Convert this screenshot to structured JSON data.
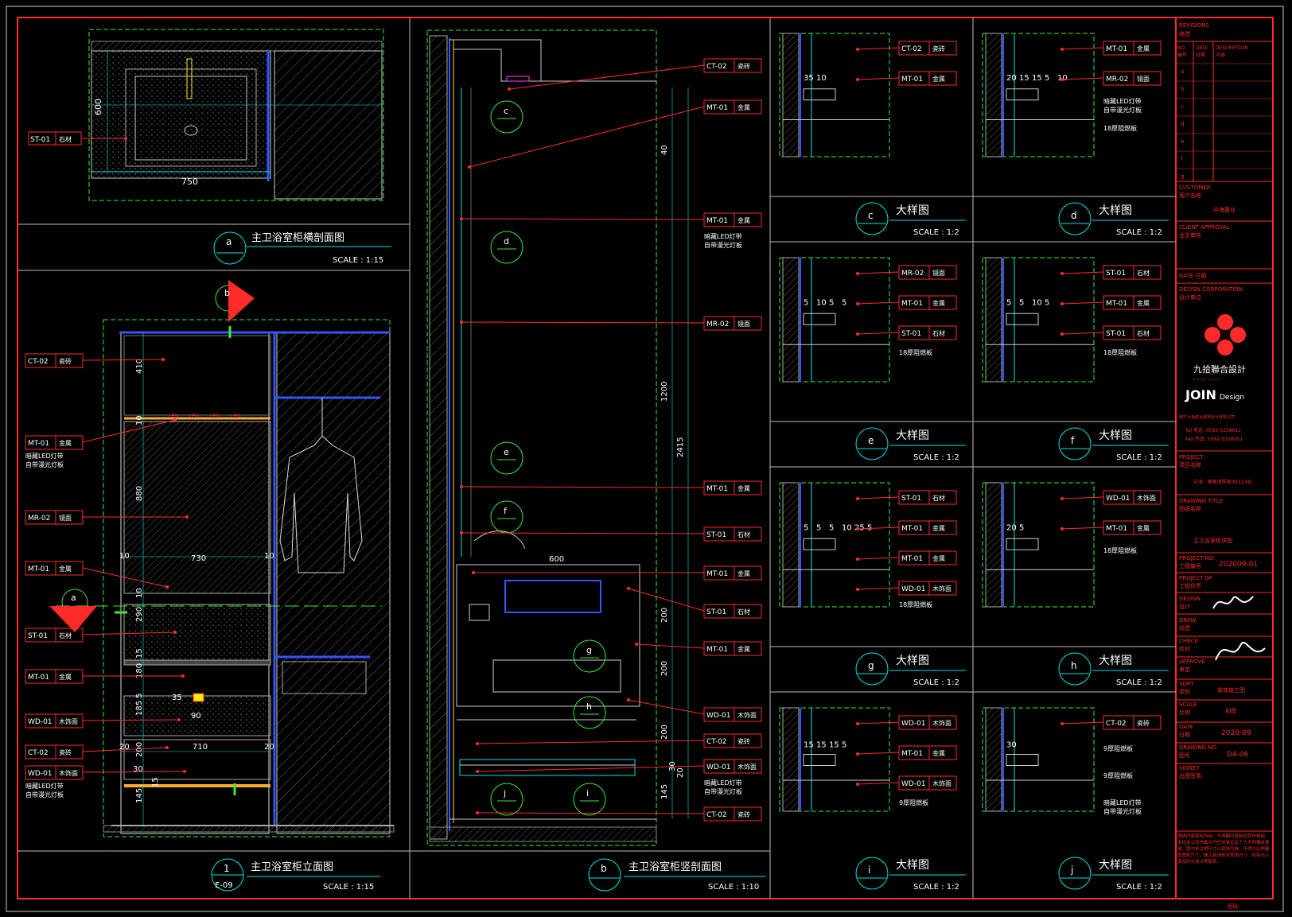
{
  "views": {
    "a": {
      "letter": "a",
      "title": "主卫浴室柜横剖面图",
      "scale": "SCALE : 1:15",
      "dims": {
        "w": "750",
        "d": "600"
      },
      "tag": "ST-01",
      "tag_cn": "石材"
    },
    "one": {
      "letter": "1",
      "sheet": "E-09",
      "title": "主卫浴室柜立面图",
      "scale": "SCALE : 1:15",
      "dims": [
        "410",
        "880",
        "290",
        "180",
        "185",
        "200",
        "145",
        "730",
        "710",
        "90",
        "10",
        "10",
        "20",
        "20",
        "30",
        "10",
        "15",
        "5",
        "35",
        "10",
        "15"
      ],
      "led_text": [
        "LED",
        "LED",
        "LED",
        "LED"
      ],
      "callouts": [
        {
          "code": "CT-02",
          "cn": "瓷砖",
          "note": ""
        },
        {
          "code": "MT-01",
          "cn": "金属",
          "note": "暗藏LED灯带\n自带漫光灯板"
        },
        {
          "code": "MR-02",
          "cn": "镜面",
          "note": ""
        },
        {
          "code": "MT-01",
          "cn": "金属",
          "note": ""
        },
        {
          "code": "ST-01",
          "cn": "石材",
          "note": ""
        },
        {
          "code": "MT-01",
          "cn": "金属",
          "note": ""
        },
        {
          "code": "WD-01",
          "cn": "木饰面",
          "note": ""
        },
        {
          "code": "CT-02",
          "cn": "瓷砖",
          "note": ""
        },
        {
          "code": "WD-01",
          "cn": "木饰面",
          "note": "暗藏LED灯带\n自带漫光灯板"
        }
      ],
      "markers": {
        "b": "b",
        "a": "a"
      }
    },
    "b": {
      "letter": "b",
      "title": "主卫浴室柜竖剖面图",
      "scale": "SCALE : 1:10",
      "dims": [
        "40",
        "1200",
        "2415",
        "600",
        "200",
        "200",
        "200",
        "30",
        "20",
        "145"
      ],
      "bubbles": [
        "c",
        "d",
        "e",
        "f",
        "g",
        "h",
        "j",
        "i"
      ],
      "callouts": [
        {
          "code": "CT-02",
          "cn": "瓷砖",
          "note": ""
        },
        {
          "code": "MT-01",
          "cn": "金属",
          "note": ""
        },
        {
          "code": "MT-01",
          "cn": "金属",
          "note": "暗藏LED灯带\n自带漫光灯板"
        },
        {
          "code": "MR-02",
          "cn": "镜面",
          "note": ""
        },
        {
          "code": "MT-01",
          "cn": "金属",
          "note": ""
        },
        {
          "code": "ST-01",
          "cn": "石材",
          "note": ""
        },
        {
          "code": "MT-01",
          "cn": "金属",
          "note": ""
        },
        {
          "code": "ST-01",
          "cn": "石材",
          "note": ""
        },
        {
          "code": "MT-01",
          "cn": "金属",
          "note": ""
        },
        {
          "code": "WD-01",
          "cn": "木饰面",
          "note": ""
        },
        {
          "code": "CT-02",
          "cn": "瓷砖",
          "note": ""
        },
        {
          "code": "WD-01",
          "cn": "木饰面",
          "note": "暗藏LED灯带\n自带漫光灯板"
        },
        {
          "code": "CT-02",
          "cn": "瓷砖",
          "note": ""
        }
      ]
    }
  },
  "details": [
    {
      "letter": "c",
      "title": "大样图",
      "scale": "SCALE : 1:2",
      "dims": [
        "35",
        "10"
      ],
      "callouts": [
        {
          "code": "CT-02",
          "cn": "瓷砖"
        },
        {
          "code": "MT-01",
          "cn": "金属"
        }
      ],
      "notes": []
    },
    {
      "letter": "d",
      "title": "大样图",
      "scale": "SCALE : 1:2",
      "dims": [
        "20",
        "15",
        "15",
        "5",
        "10"
      ],
      "callouts": [
        {
          "code": "MT-01",
          "cn": "金属"
        },
        {
          "code": "MR-02",
          "cn": "镜面"
        }
      ],
      "notes": [
        "暗藏LED灯带\n自带漫光灯板",
        "18厚阻燃板"
      ]
    },
    {
      "letter": "e",
      "title": "大样图",
      "scale": "SCALE : 1:2",
      "dims": [
        "5",
        "10",
        "5",
        "5"
      ],
      "callouts": [
        {
          "code": "MR-02",
          "cn": "镜面"
        },
        {
          "code": "MT-01",
          "cn": "金属"
        },
        {
          "code": "ST-01",
          "cn": "石材"
        }
      ],
      "notes": [
        "18厚阻燃板"
      ]
    },
    {
      "letter": "f",
      "title": "大样图",
      "scale": "SCALE : 1:2",
      "dims": [
        "5",
        "5",
        "10",
        "5"
      ],
      "callouts": [
        {
          "code": "ST-01",
          "cn": "石材"
        },
        {
          "code": "MT-01",
          "cn": "金属"
        },
        {
          "code": "ST-01",
          "cn": "石材"
        }
      ],
      "notes": [
        "18厚阻燃板"
      ]
    },
    {
      "letter": "g",
      "title": "大样图",
      "scale": "SCALE : 1:2",
      "dims": [
        "5",
        "5",
        "5",
        "10",
        "25",
        "5"
      ],
      "callouts": [
        {
          "code": "ST-01",
          "cn": "石材"
        },
        {
          "code": "MT-01",
          "cn": "金属"
        },
        {
          "code": "MT-01",
          "cn": "金属"
        },
        {
          "code": "WD-01",
          "cn": "木饰面"
        }
      ],
      "notes": [
        "18厚阻燃板"
      ]
    },
    {
      "letter": "h",
      "title": "大样图",
      "scale": "SCALE : 1:2",
      "dims": [
        "20",
        "5"
      ],
      "callouts": [
        {
          "code": "WD-01",
          "cn": "木饰面"
        },
        {
          "code": "MT-01",
          "cn": "金属"
        }
      ],
      "notes": [
        "18厚阻燃板"
      ]
    },
    {
      "letter": "i",
      "title": "大样图",
      "scale": "SCALE : 1:2",
      "dims": [
        "15",
        "15",
        "15",
        "5"
      ],
      "callouts": [
        {
          "code": "WD-01",
          "cn": "木饰面"
        },
        {
          "code": "MT-01",
          "cn": "金属"
        },
        {
          "code": "WD-01",
          "cn": "木饰面"
        }
      ],
      "notes": [
        "9厚阻燃板"
      ]
    },
    {
      "letter": "j",
      "title": "大样图",
      "scale": "SCALE : 1:2",
      "dims": [
        "30"
      ],
      "callouts": [
        {
          "code": "CT-02",
          "cn": "瓷砖"
        }
      ],
      "notes": [
        "9厚阻燃板",
        "9厚阻燃板",
        "暗藏LED灯带\n自带漫光灯板"
      ]
    }
  ],
  "title_block": {
    "revisions_label": "REVISIONS",
    "revisions_cn": "修改",
    "rev_headers": [
      "NO.",
      "DATE",
      "DESCRIPTION"
    ],
    "rev_headers_cn": [
      "编号",
      "日期",
      "内容"
    ],
    "rev_rows": [
      "a",
      "b",
      "c",
      "d",
      "e",
      "f",
      "g"
    ],
    "customer_label": "CUSTOMER",
    "customer_cn": "客户名称",
    "customer_value": "中海置业",
    "client_approval_label": "CLIENT APPROVAL",
    "client_approval_cn": "业主审核",
    "date_label": "DATE 日期",
    "design_corp_label": "DESIGN CORPORATION",
    "design_corp_cn": "设计单位",
    "company_cn": "九拾聯合設計",
    "company_dots": "• • • • • • • •",
    "company_en": "JOIN",
    "company_en2": "Design",
    "company_full": "南宁九拾联合装饰设计有限公司",
    "tel": "Tel 电话: 0592-5258611",
    "fax": "Fax 传真: 0592-5258051",
    "project_label": "PROJECT",
    "project_cn": "项目名称",
    "project_value": "中海 · 章鱼湾样板间(123A)",
    "drawing_title_label": "DRAWING TITLE",
    "drawing_title_cn": "图纸名称",
    "drawing_title_value": "主卫浴室柜详图",
    "project_no_label": "PROJECT NO.",
    "project_no_cn": "工程编号",
    "project_no_value": "202009-01",
    "project_of_label": "PROJECT OF",
    "project_of_cn": "工程负责",
    "design_label": "DESIGN",
    "design_cn": "设计",
    "draw_label": "DRAW",
    "draw_cn": "绘图",
    "check_label": "CHECK",
    "check_cn": "校对",
    "approve_label": "APPROVE",
    "approve_cn": "审定",
    "sort_label": "SORT",
    "sort_cn": "类别",
    "sort_value": "装饰施工图",
    "scale_label": "SCALE",
    "scale_cn": "比例",
    "scale_value": "如图",
    "date2_label": "DATE",
    "date2_cn": "日期",
    "date2_value": "2020-09",
    "drawing_no_label": "DRAWING NO.",
    "drawing_no_cn": "图号",
    "drawing_no_value": "D4-06",
    "signet_label": "SIGNET",
    "signet_cn": "出图签章:",
    "disclaimer": "图纸内容版权所有，不得翻印复制及转作他用。未经本公司书面许可任何单位及个人不得擅自使用。图中未注明尺寸以现场为准，不得以比例量取图纸尺寸。施工前请核对现场尺寸，如有出入请及时与设计师联系。",
    "page_label": "页码:"
  },
  "colors": {
    "frame": "#ff2a2a",
    "detail_box": "#33ee33",
    "dim": "#00e5e5",
    "tag_box": "#ff2a2a",
    "wall": "#ffffff"
  }
}
